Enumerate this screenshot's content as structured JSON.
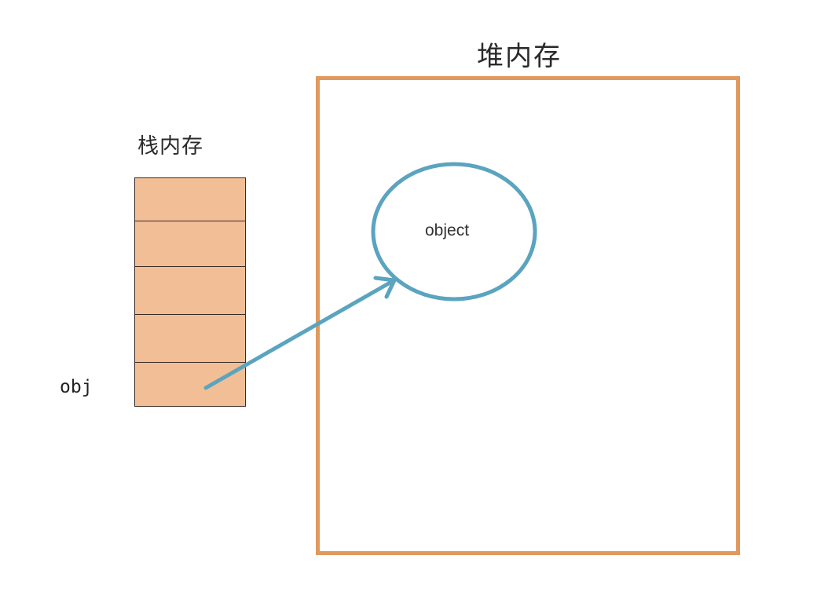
{
  "diagram": {
    "heap": {
      "title": "堆内存",
      "border_color": "#e0995e",
      "object": {
        "label": "object",
        "stroke_color": "#5ba4bf"
      }
    },
    "stack": {
      "title": "栈内存",
      "fill_color": "#f2be96",
      "border_color": "#3a2a22",
      "cells": [
        {
          "index": 0,
          "label": ""
        },
        {
          "index": 1,
          "label": ""
        },
        {
          "index": 2,
          "label": ""
        },
        {
          "index": 3,
          "label": ""
        },
        {
          "index": 4,
          "label": ""
        }
      ],
      "reference_label": "obj"
    },
    "arrow": {
      "from": "obj",
      "to": "object",
      "color": "#5ba4bf"
    }
  }
}
